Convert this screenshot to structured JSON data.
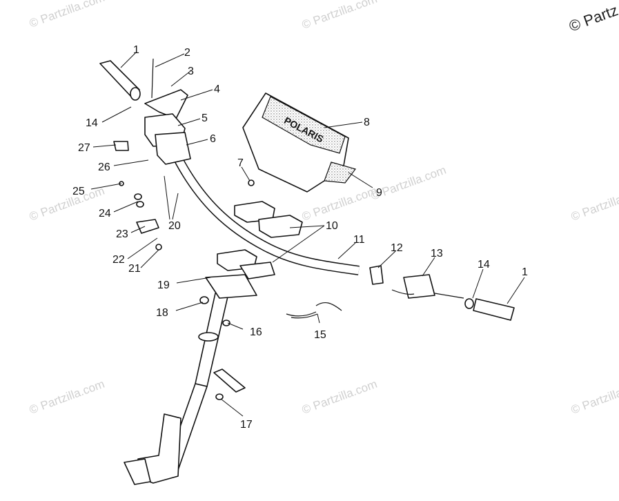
{
  "watermarks": [
    "© Partzilla.com",
    "© Partzilla.com",
    "© Partzilla.com",
    "© Partzilla.com",
    "© Partzilla.com",
    "© Partzilla.com",
    "© Partzilla.com",
    "© Partzilla.com",
    "© Partzilla.com"
  ],
  "copyright_corner": "© Partz",
  "brand_text": "POLARIS",
  "callouts": [
    "1",
    "2",
    "3",
    "4",
    "5",
    "6",
    "7",
    "8",
    "9",
    "10",
    "11",
    "12",
    "13",
    "14",
    "1",
    "14",
    "15",
    "16",
    "17",
    "18",
    "19",
    "20",
    "21",
    "22",
    "23",
    "24",
    "25",
    "26",
    "27"
  ]
}
